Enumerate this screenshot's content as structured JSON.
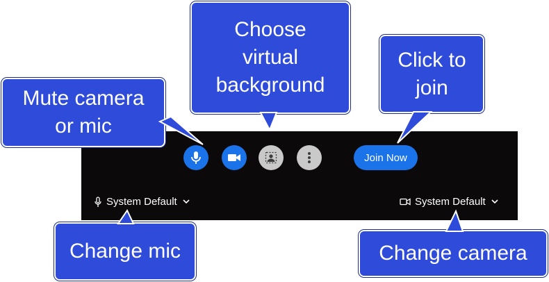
{
  "controls": {
    "mic_icon": "microphone-icon",
    "camera_icon": "video-camera-icon",
    "background_icon": "virtual-background-icon",
    "more_icon": "more-vertical-icon",
    "join_label": "Join Now"
  },
  "devices": {
    "mic": {
      "icon": "microphone-icon",
      "label": "System Default"
    },
    "camera": {
      "icon": "video-camera-icon",
      "label": "System Default"
    }
  },
  "callouts": {
    "mute": "Mute camera\nor mic",
    "background": "Choose\nvirtual\nbackground",
    "join": "Click to\njoin",
    "change_mic": "Change mic",
    "change_camera": "Change camera"
  },
  "colors": {
    "accent": "#1a73e8",
    "callout": "#2f4bd9",
    "preview_bg": "#0b0909",
    "secondary_button": "#c9c9c9"
  }
}
